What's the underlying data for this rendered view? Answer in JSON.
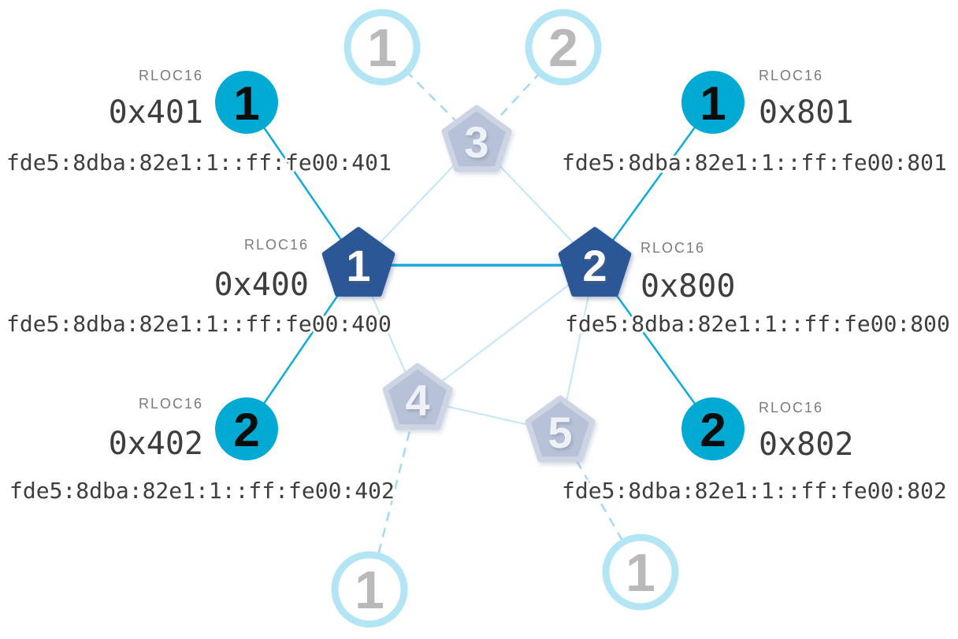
{
  "diagram": {
    "type": "thread-network-topology",
    "colors": {
      "active_router_fill": "#2b5797",
      "active_child_fill": "#00aad2",
      "faded_node_fill": "#b7c1d7",
      "faded_child_ring": "#b4e5f4",
      "router_link": "#18a8de",
      "child_link": "#0fabd8",
      "faded_link": "#c3e6f7",
      "dashed_link": "#a5d9f0",
      "label_text": "#3e3e3e",
      "rloc_heading_text": "#7b7b7b"
    },
    "routers": [
      {
        "label": "1",
        "state": "active",
        "rloc16_heading": "RLOC16",
        "rloc16": "0x400",
        "ipv6": "fde5:8dba:82e1:1::ff:fe00:400"
      },
      {
        "label": "2",
        "state": "active",
        "rloc16_heading": "RLOC16",
        "rloc16": "0x800",
        "ipv6": "fde5:8dba:82e1:1::ff:fe00:800"
      },
      {
        "label": "3",
        "state": "faded"
      },
      {
        "label": "4",
        "state": "faded"
      },
      {
        "label": "5",
        "state": "faded"
      }
    ],
    "children": [
      {
        "label": "1",
        "state": "active",
        "rloc16_heading": "RLOC16",
        "rloc16": "0x401",
        "ipv6": "fde5:8dba:82e1:1::ff:fe00:401"
      },
      {
        "label": "2",
        "state": "active",
        "rloc16_heading": "RLOC16",
        "rloc16": "0x402",
        "ipv6": "fde5:8dba:82e1:1::ff:fe00:402"
      },
      {
        "label": "1",
        "state": "active",
        "rloc16_heading": "RLOC16",
        "rloc16": "0x801",
        "ipv6": "fde5:8dba:82e1:1::ff:fe00:801"
      },
      {
        "label": "2",
        "state": "active",
        "rloc16_heading": "RLOC16",
        "rloc16": "0x802",
        "ipv6": "fde5:8dba:82e1:1::ff:fe00:802"
      },
      {
        "label": "1",
        "state": "faded"
      },
      {
        "label": "2",
        "state": "faded"
      },
      {
        "label": "1",
        "state": "faded"
      },
      {
        "label": "1",
        "state": "faded"
      }
    ]
  }
}
